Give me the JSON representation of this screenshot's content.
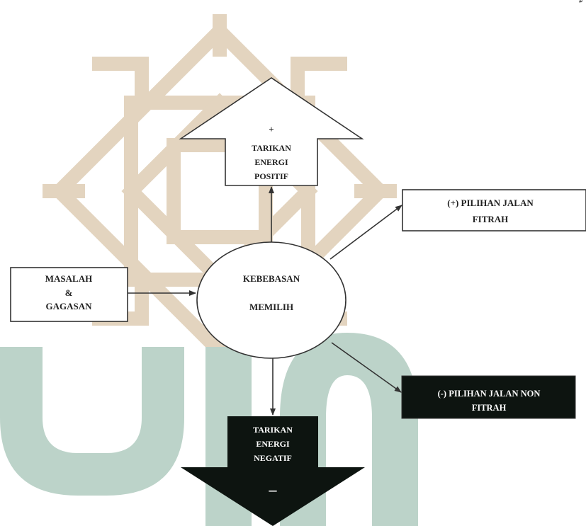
{
  "watermark": {
    "name": "UIN logo watermark",
    "ornament_color": "#e3d4bf",
    "letters_color": "#bcd3c9"
  },
  "corner_mark": "ّ",
  "nodes": {
    "masalah": {
      "line1": "MASALAH",
      "line2": "&",
      "line3": "GAGASAN"
    },
    "kebebasan": {
      "line1": "KEBEBASAN",
      "line2": "MEMILIH"
    },
    "positif": {
      "sign": "+",
      "line1": "TARIKAN",
      "line2": "ENERGI",
      "line3": "POSITIF"
    },
    "pilihan_fitrah": {
      "line1": "(+)  PILIHAN JALAN",
      "line2": "FITRAH"
    },
    "pilihan_non_fitrah": {
      "line1": "(-) PILIHAN JALAN NON",
      "line2": "FITRAH"
    },
    "negatif": {
      "line1": "TARIKAN",
      "line2": "ENERGI",
      "line3": "NEGATIF",
      "sign": "–"
    }
  },
  "colors": {
    "stroke": "#333333",
    "dark_fill": "#0d1410",
    "light_fill": "#ffffff",
    "dark_text": "#ffffff",
    "light_text": "#222222"
  }
}
